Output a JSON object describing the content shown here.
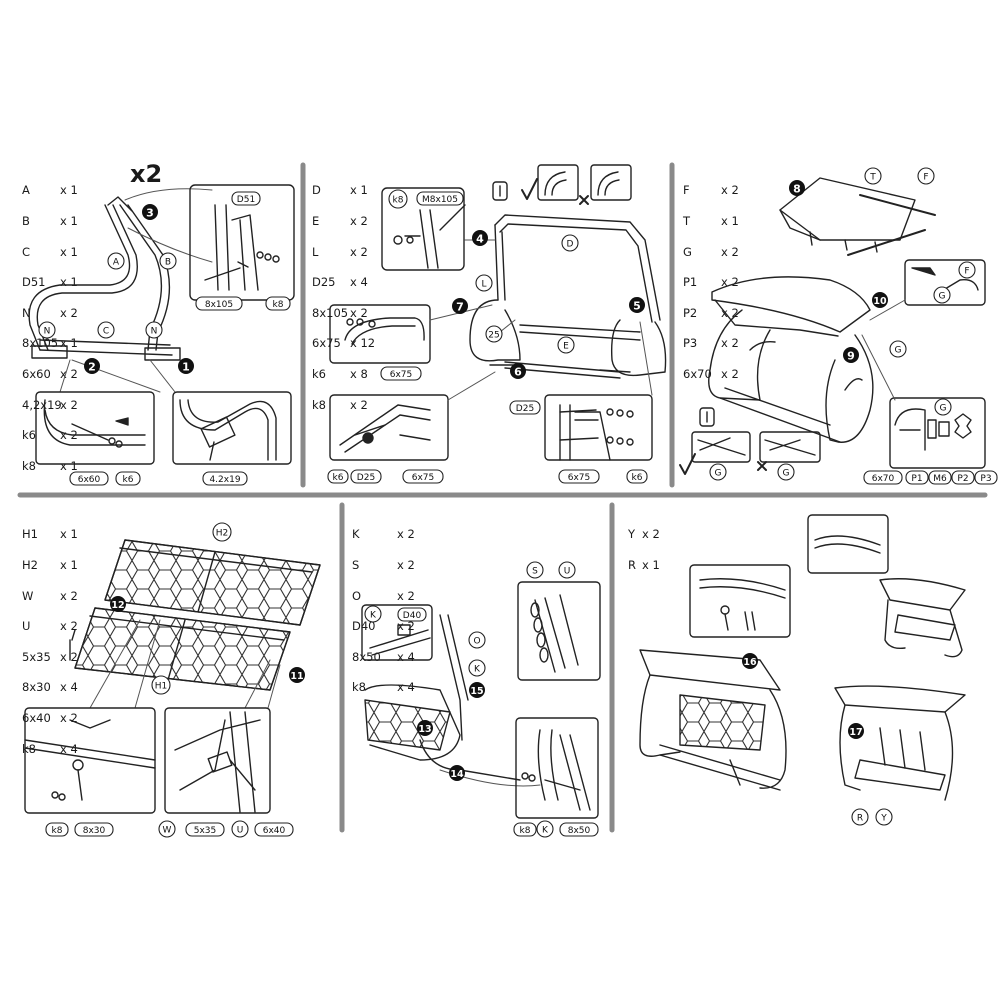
{
  "multiplier_label": "x2",
  "panels": [
    {
      "id": "p1",
      "parts": [
        {
          "name": "A",
          "qty": "x 1"
        },
        {
          "name": "B",
          "qty": "x 1"
        },
        {
          "name": "C",
          "qty": "x 1"
        },
        {
          "name": "D51",
          "qty": "x 1"
        },
        {
          "name": "N",
          "qty": "x 2"
        },
        {
          "name": "8x105",
          "qty": "x 1"
        },
        {
          "name": "6x60",
          "qty": "x 2"
        },
        {
          "name": "4,2x19",
          "qty": "x 2"
        },
        {
          "name": "k6",
          "qty": "x 2"
        },
        {
          "name": "k8",
          "qty": "x 1"
        }
      ],
      "steps": [
        "1",
        "2",
        "3"
      ],
      "callouts": [
        "A",
        "B",
        "C",
        "N",
        "N",
        "D51"
      ],
      "hardware_labels": [
        "8x105",
        "k8",
        "6x60",
        "k6",
        "4.2x19"
      ]
    },
    {
      "id": "p2",
      "parts": [
        {
          "name": "D",
          "qty": "x 1"
        },
        {
          "name": "E",
          "qty": "x 2"
        },
        {
          "name": "L",
          "qty": "x 2"
        },
        {
          "name": "D25",
          "qty": "x 4"
        },
        {
          "name": "8x105",
          "qty": "x 2"
        },
        {
          "name": "6x75",
          "qty": "x 12"
        },
        {
          "name": "k6",
          "qty": "x 8"
        },
        {
          "name": "k8",
          "qty": "x 2"
        }
      ],
      "steps": [
        "4",
        "5",
        "6",
        "7"
      ],
      "callouts": [
        "k8",
        "M8x105",
        "D",
        "L",
        "25",
        "E"
      ],
      "hardware_labels": [
        "6x75",
        "D25",
        "k6",
        "D25",
        "6x75",
        "6x75",
        "k6"
      ]
    },
    {
      "id": "p3",
      "parts": [
        {
          "name": "F",
          "qty": "x 2"
        },
        {
          "name": "T",
          "qty": "x 1"
        },
        {
          "name": "G",
          "qty": "x 2"
        },
        {
          "name": "P1",
          "qty": "x 2"
        },
        {
          "name": "P2",
          "qty": "x 2"
        },
        {
          "name": "P3",
          "qty": "x 2"
        },
        {
          "name": "6x70",
          "qty": "x 2"
        }
      ],
      "steps": [
        "8",
        "9",
        "10"
      ],
      "callouts": [
        "T",
        "F",
        "F",
        "G",
        "G",
        "G",
        "G",
        "G"
      ],
      "hardware_labels": [
        "6x70",
        "P1",
        "M6",
        "P2",
        "P3"
      ]
    },
    {
      "id": "p4",
      "parts": [
        {
          "name": "H1",
          "qty": "x 1"
        },
        {
          "name": "H2",
          "qty": "x 1"
        },
        {
          "name": "W",
          "qty": "x 2"
        },
        {
          "name": "U",
          "qty": "x 2"
        },
        {
          "name": "5x35",
          "qty": "x 2"
        },
        {
          "name": "8x30",
          "qty": "x 4"
        },
        {
          "name": "6x40",
          "qty": "x 2"
        },
        {
          "name": "k8",
          "qty": "x 4"
        }
      ],
      "steps": [
        "11",
        "12"
      ],
      "callouts": [
        "H2",
        "H1"
      ],
      "hardware_labels": [
        "k8",
        "8x30",
        "W",
        "5x35",
        "U",
        "6x40"
      ]
    },
    {
      "id": "p5",
      "parts": [
        {
          "name": "K",
          "qty": "x 2"
        },
        {
          "name": "S",
          "qty": "x 2"
        },
        {
          "name": "O",
          "qty": "x 2"
        },
        {
          "name": "D40",
          "qty": "x 2"
        },
        {
          "name": "8x50",
          "qty": "x 4"
        },
        {
          "name": "k8",
          "qty": "x 4"
        }
      ],
      "steps": [
        "13",
        "14",
        "15"
      ],
      "callouts": [
        "K",
        "D40",
        "O",
        "K",
        "S",
        "U"
      ],
      "hardware_labels": [
        "k8",
        "K",
        "8x50"
      ]
    },
    {
      "id": "p6",
      "parts": [
        {
          "name": "Y",
          "qty": "x 2"
        },
        {
          "name": "R",
          "qty": "x 1"
        }
      ],
      "steps": [
        "16",
        "17"
      ],
      "callouts": [
        "R",
        "Y"
      ],
      "hardware_labels": []
    }
  ]
}
